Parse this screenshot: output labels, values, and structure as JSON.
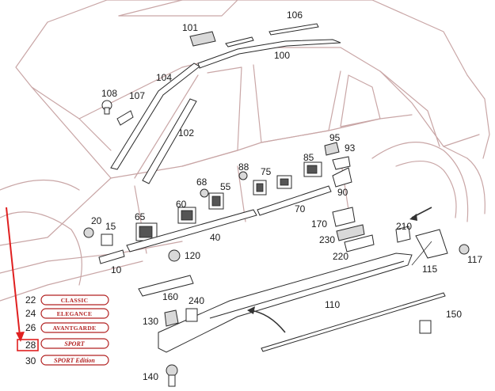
{
  "diagram": {
    "callouts": [
      "101",
      "106",
      "100",
      "104",
      "108",
      "107",
      "102",
      "95",
      "93",
      "88",
      "75",
      "85",
      "68",
      "55",
      "90",
      "60",
      "65",
      "70",
      "20",
      "15",
      "40",
      "170",
      "210",
      "230",
      "220",
      "117",
      "115",
      "120",
      "10",
      "160",
      "240",
      "110",
      "150",
      "130",
      "140"
    ],
    "badges": [
      {
        "num": "22",
        "text": "CLASSIC"
      },
      {
        "num": "24",
        "text": "ELEGANCE"
      },
      {
        "num": "26",
        "text": "AVANTGARDE"
      },
      {
        "num": "28",
        "text": "SPORT"
      },
      {
        "num": "30",
        "text": "SPORT Edition"
      }
    ],
    "colors": {
      "outline": "#c9a6a6",
      "badge": "#b22222",
      "highlight": "#e02020"
    }
  }
}
